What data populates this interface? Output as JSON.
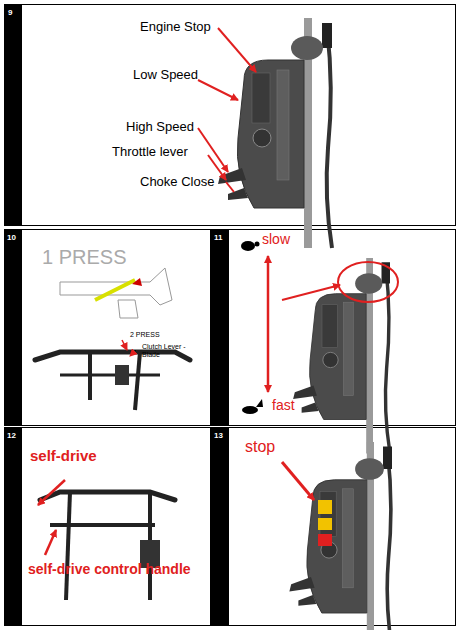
{
  "diagram": {
    "labels": [
      "9",
      "Engine Stop",
      "Low Speed",
      "High Speed",
      "Throttle lever",
      "Choke Close",
      "10",
      "1 PRESS",
      "2 PRESS",
      "Clutch Lever - Blade",
      "11",
      "slow",
      "fast",
      "12",
      "self-drive",
      "self-drive control handle",
      "13",
      "stop"
    ]
  }
}
